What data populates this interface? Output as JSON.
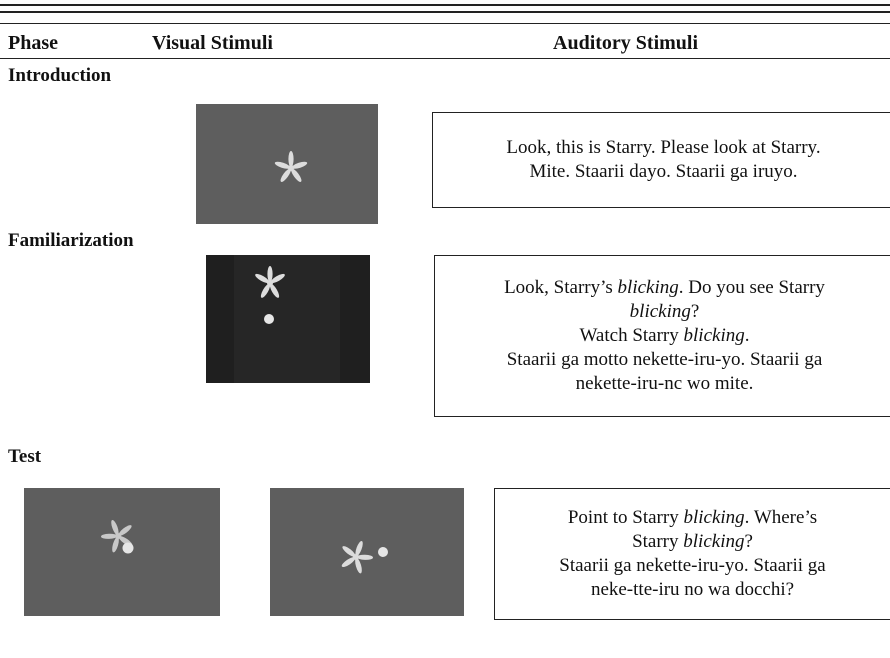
{
  "header": {
    "phase": "Phase",
    "visual": "Visual Stimuli",
    "auditory": "Auditory Stimuli"
  },
  "sections": {
    "introduction": {
      "title": "Introduction",
      "auditory": {
        "l1": "Look, this is Starry. Please look at Starry.",
        "l2": "Mite. Staarii dayo. Staarii ga iruyo."
      }
    },
    "familiarization": {
      "title": "Familiarization",
      "auditory": {
        "l1_pre": "Look, Starry’s ",
        "l1_em": "blicking",
        "l1_post": ". Do you see Starry",
        "l2_em": "blicking",
        "l2_post": "?",
        "l3_pre": "Watch Starry ",
        "l3_em": "blicking",
        "l3_post": ".",
        "l4": "Staarii ga motto nekette-iru-yo. Staarii ga",
        "l5": "nekette-iru-nc wo mite."
      }
    },
    "test": {
      "title": "Test",
      "auditory": {
        "l1_pre": "Point to Starry ",
        "l1_em": "blicking",
        "l1_post": ". Where’s",
        "l2_pre": "Starry ",
        "l2_em": "blicking",
        "l2_post": "?",
        "l3": "Staarii ga nekette-iru-yo. Staarii ga",
        "l4": "neke-tte-iru no wa docchi?"
      }
    }
  },
  "colors": {
    "panel_gray": "#5e5e5e",
    "panel_dark": "#1f1f1f",
    "panel_dark_center": "#262626",
    "figure": "#dcdcdc"
  }
}
